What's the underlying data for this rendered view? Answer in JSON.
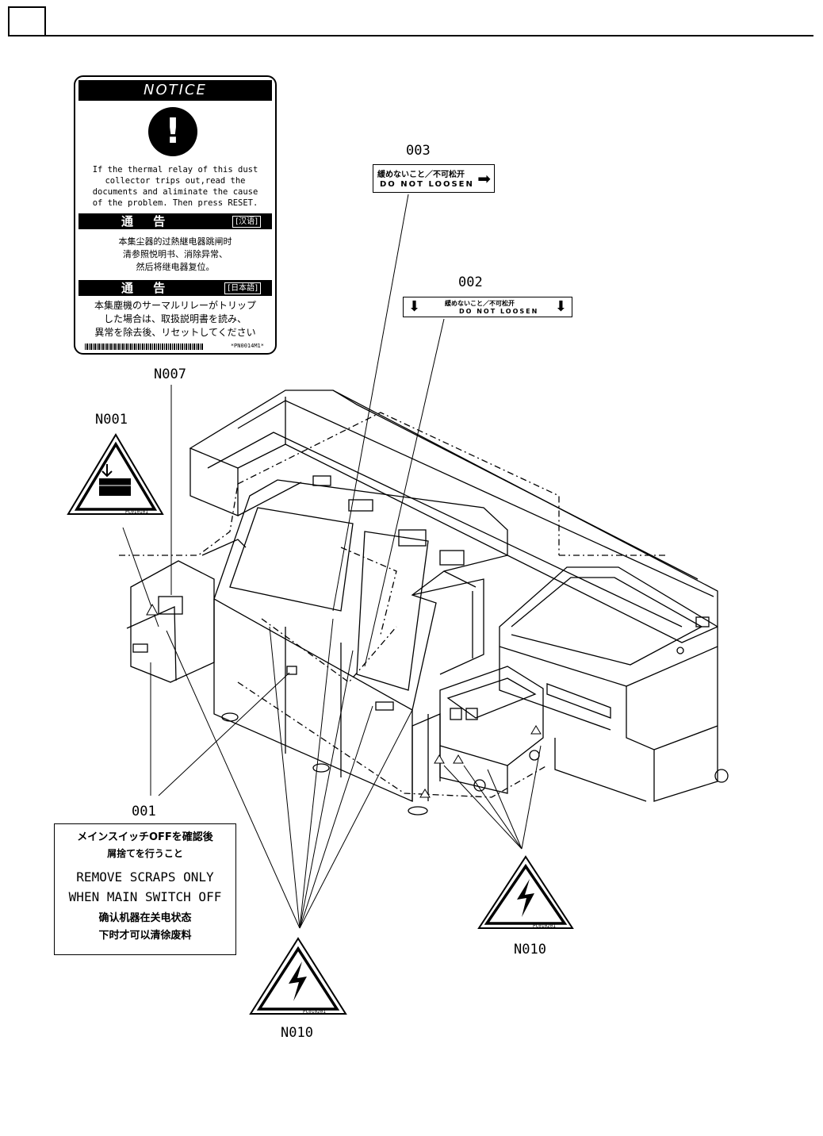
{
  "notice_label": {
    "title": "NOTICE",
    "english_lines": [
      "If the thermal relay of this dust",
      "collector trips out,read the",
      "documents and aliminate the cause",
      "of the problem. Then press RESET."
    ],
    "chinese_header": "通 告",
    "chinese_tag": "[汉语]",
    "chinese_lines": [
      "本集尘器的过熱継电器跳闸时",
      "清参照悦明书、消除异常、",
      "然后将继电器复位。"
    ],
    "japanese_header": "通 告",
    "japanese_tag": "[日本語]",
    "japanese_lines": [
      "本集塵機のサーマルリレーがトリップ",
      "した場合は、取扱説明書を読み、",
      "異常を除去後、リセットしてください"
    ],
    "part_code": "*PN0014M1*"
  },
  "label_003": {
    "callout": "003",
    "line1": "緩めないこと／不可松开",
    "line2": "DO NOT LOOSEN",
    "arrow": "➡"
  },
  "label_002": {
    "callout": "002",
    "line1": "緩めないこと／不可松开",
    "line2": "DO NOT LOOSEN",
    "arrow": "⬇"
  },
  "callouts": {
    "n007": "N007",
    "n001": "N001",
    "n001_code": "PC010101",
    "n001_icon": "hand-crush-warning-icon",
    "item_001": "001",
    "n010_right": "N010",
    "n010_right_code": "PC010201",
    "n010_bottom": "N010",
    "n010_bottom_code": "PC010201",
    "n010_icon": "electric-shock-warning-icon"
  },
  "scrap_label": {
    "jp1": "メインスイッチOFFを確認後",
    "jp2": "屑捨てを行うこと",
    "en1": "REMOVE SCRAPS ONLY",
    "en2": "WHEN MAIN SWITCH OFF",
    "cn1": "确认机器在关电状态",
    "cn2": "下时才可以清徐废料"
  }
}
